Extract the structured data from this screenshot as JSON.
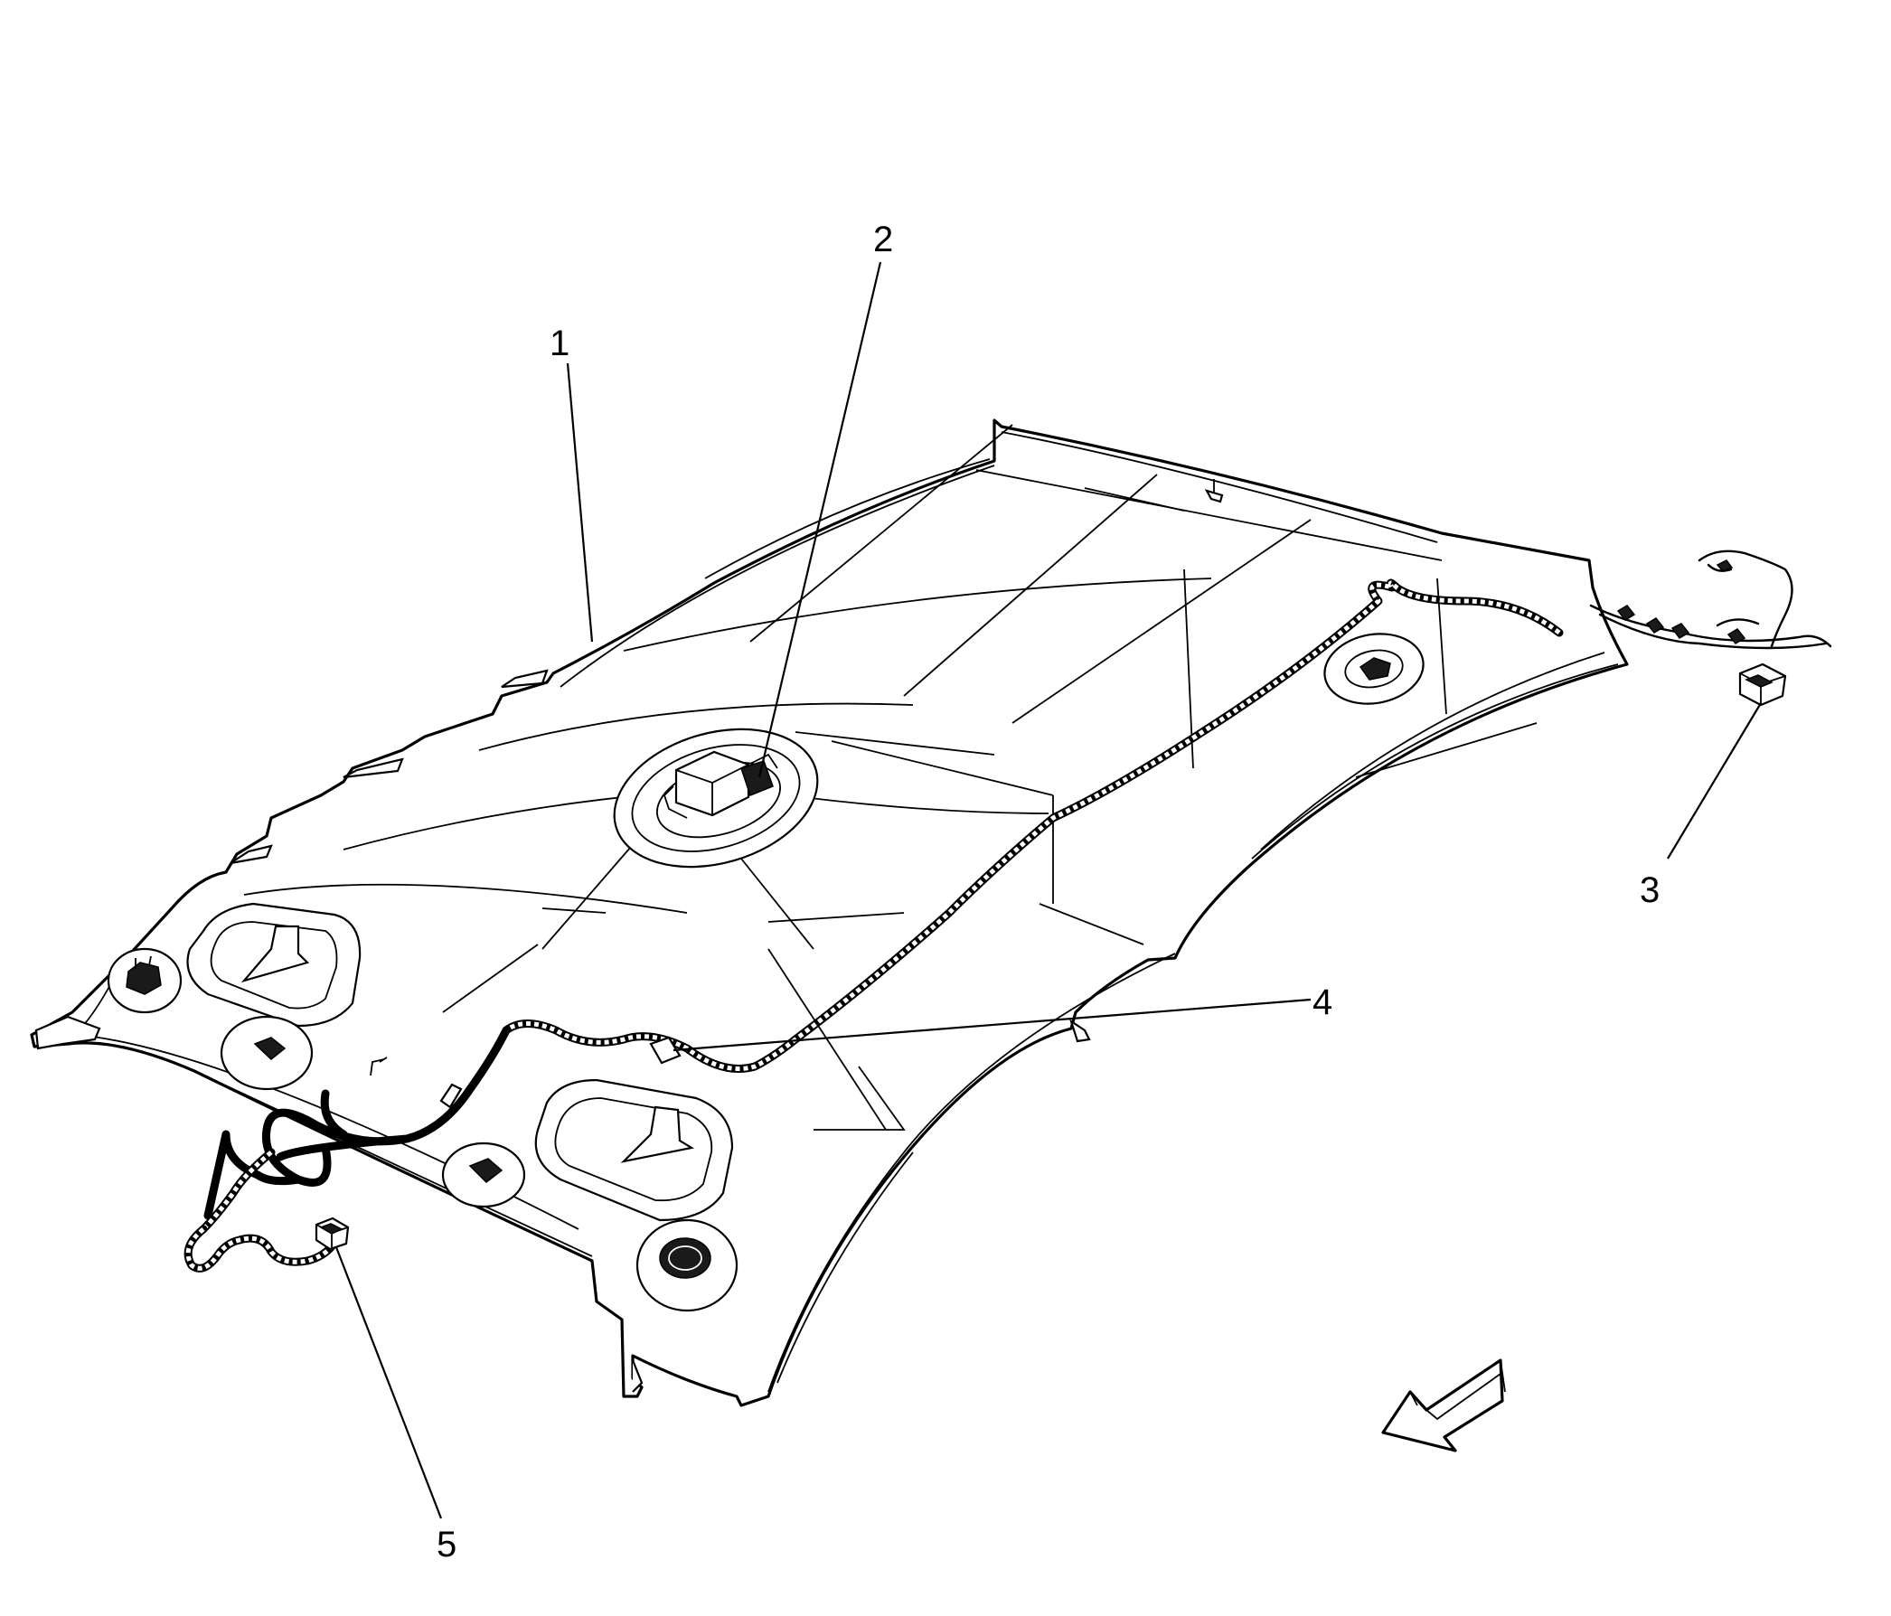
{
  "diagram": {
    "callouts": [
      {
        "id": "1",
        "label": "1"
      },
      {
        "id": "2",
        "label": "2"
      },
      {
        "id": "3",
        "label": "3"
      },
      {
        "id": "4",
        "label": "4"
      },
      {
        "id": "5",
        "label": "5"
      }
    ],
    "direction_arrow": "front-direction-arrow-icon",
    "colors": {
      "line": "#000000",
      "background": "#ffffff"
    }
  }
}
